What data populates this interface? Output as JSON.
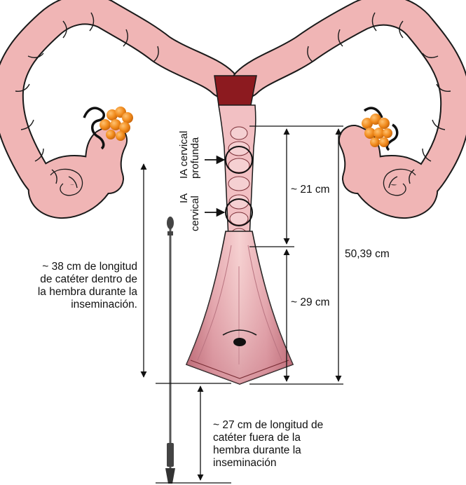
{
  "colors": {
    "tube_fill": "#f0b5b5",
    "tube_stroke": "#1a1a1a",
    "uterus_dark": "#8c1a1f",
    "vagina_light": "#f6d2d2",
    "vagina_mid": "#d98f97",
    "vagina_dark": "#b15a66",
    "ovary_orange": "#f08a1c",
    "ovary_highlight": "#ffc271",
    "catheter": "#555555",
    "text": "#111111"
  },
  "labels": {
    "ia_cervical_profunda_line1": "IA cervical",
    "ia_cervical_profunda_line2": "profunda",
    "ia_cervical_line1": "IA",
    "ia_cervical_line2": "cervical",
    "cm21": "~ 21 cm",
    "cm29": "~ 29 cm",
    "cm50": "50,39 cm",
    "inside_line1": "~ 38 cm de longitud",
    "inside_line2": "de catéter dentro de",
    "inside_line3": "la hembra durante la",
    "inside_line4": "inseminación.",
    "outside_line1": "~ 27 cm de longitud de",
    "outside_line2": "catéter fuera de la",
    "outside_line3": "hembra durante  la",
    "outside_line4": "inseminación"
  }
}
